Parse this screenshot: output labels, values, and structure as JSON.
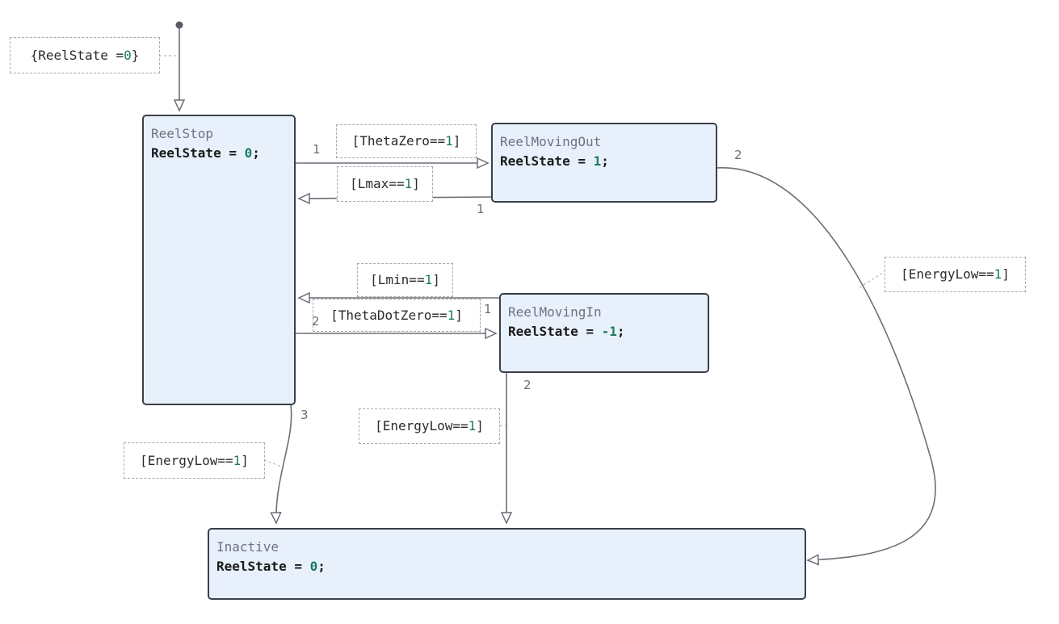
{
  "states": {
    "reel_stop": {
      "name": "ReelStop",
      "body_var": "ReelState",
      "body_op": " = ",
      "body_val": "0",
      "body_end": ";"
    },
    "reel_moving_out": {
      "name": "ReelMovingOut",
      "body_var": "ReelState",
      "body_op": " = ",
      "body_val": "1",
      "body_end": ";"
    },
    "reel_moving_in": {
      "name": "ReelMovingIn",
      "body_var": "ReelState",
      "body_op": " = ",
      "body_val": "-1",
      "body_end": ";"
    },
    "inactive": {
      "name": "Inactive",
      "body_var": "ReelState",
      "body_op": " = ",
      "body_val": "0",
      "body_end": ";"
    }
  },
  "initial": {
    "open": "{ReelState = ",
    "val": "0",
    "close": "}"
  },
  "guards": {
    "theta_zero": {
      "open": "[ThetaZero==",
      "val": "1",
      "close": "]"
    },
    "lmax": {
      "open": "[Lmax==",
      "val": "1",
      "close": "]"
    },
    "lmin": {
      "open": "[Lmin==",
      "val": "1",
      "close": "]"
    },
    "theta_dot_zero": {
      "open": "[ThetaDotZero==",
      "val": "1",
      "close": "]"
    },
    "energy_low_out": {
      "open": "[EnergyLow==",
      "val": "1",
      "close": "]"
    },
    "energy_low_in": {
      "open": "[EnergyLow==",
      "val": "1",
      "close": "]"
    },
    "energy_low_stop": {
      "open": "[EnergyLow==",
      "val": "1",
      "close": "]"
    }
  },
  "orders": {
    "stop_to_out": "1",
    "out_to_stop": "1",
    "out_to_inactive": "2",
    "in_to_stop": "1",
    "stop_to_in": "2",
    "in_to_inactive": "2",
    "stop_to_inactive": "3"
  },
  "colors": {
    "state_fill": "#e8f1fb",
    "state_border": "#3a3f4a",
    "wire": "#6b6f78",
    "number": "#1e7a5a"
  }
}
